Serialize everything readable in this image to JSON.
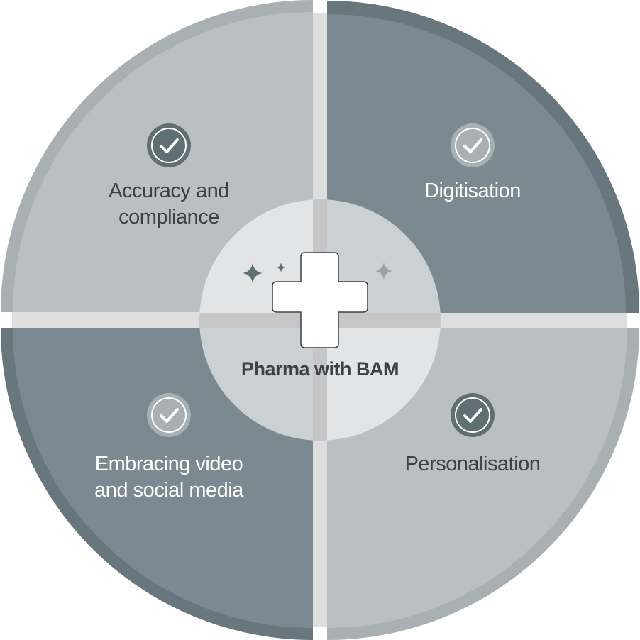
{
  "center": {
    "title": "Pharma with BAM",
    "icon": "medical-cross-icon"
  },
  "quadrants": [
    {
      "label_lines": [
        "Accuracy and",
        "compliance"
      ],
      "icon": "check-circle-icon"
    },
    {
      "label_lines": [
        "Digitisation"
      ],
      "icon": "check-circle-icon"
    },
    {
      "label_lines": [
        "Embracing video",
        "and social media"
      ],
      "icon": "check-circle-icon"
    },
    {
      "label_lines": [
        "Personalisation"
      ],
      "icon": "check-circle-icon"
    }
  ],
  "colors": {
    "dark_fill": "#7b8a90",
    "dark_rim": "#67777d",
    "light_fill": "#b9bfc2",
    "light_rim": "#a9b0b4",
    "band": "#dedede",
    "center_band": "#c6c6c6"
  }
}
